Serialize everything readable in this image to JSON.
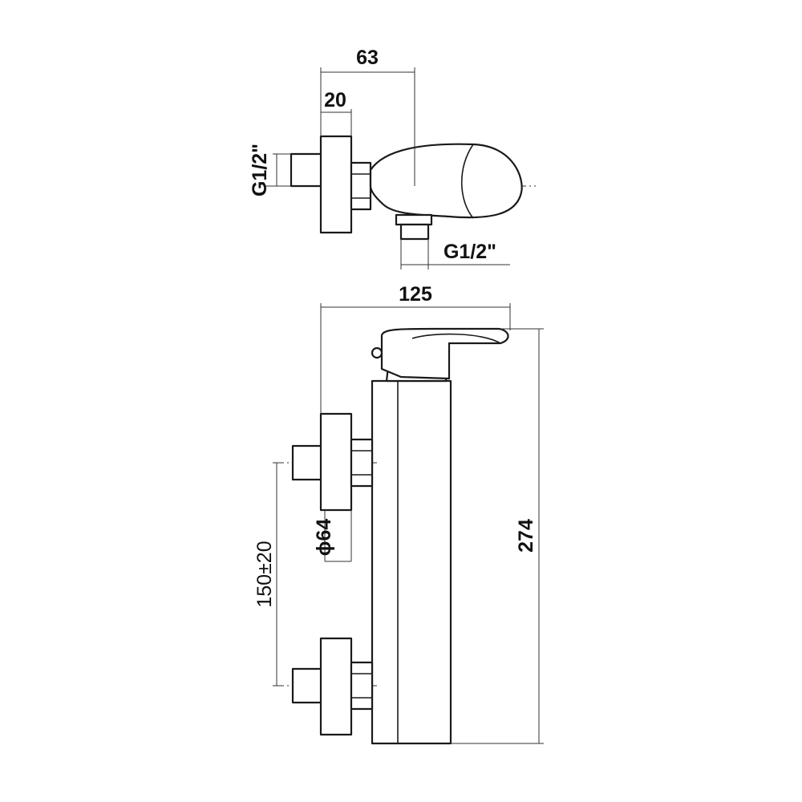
{
  "dimensions": {
    "top_width": "63",
    "top_flange": "20",
    "top_inlet_thread": "G1/2\"",
    "top_outlet_thread": "G1/2\"",
    "side_depth": "125",
    "flange_diameter": "ϕ64",
    "inlet_spacing": "150±20",
    "total_height": "274"
  },
  "colors": {
    "line": "#1a1a1a",
    "background": "#ffffff"
  }
}
